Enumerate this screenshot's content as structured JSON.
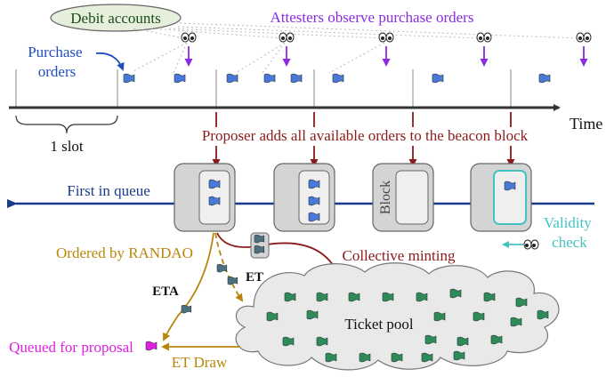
{
  "labels": {
    "debit_accounts": "Debit accounts",
    "attesters": "Attesters observe purchase orders",
    "purchase_orders": "Purchase\norders",
    "time": "Time",
    "one_slot": "1 slot",
    "proposer": "Proposer adds all available orders to the beacon block",
    "first_in_queue": "First in queue",
    "block": "Block",
    "validity_check": "Validity\ncheck",
    "ordered_by_randao": "Ordered by RANDAO",
    "collective_minting": "Collective minting",
    "eta": "ETA",
    "et": "ET",
    "ticket_pool": "Ticket pool",
    "queued_for_proposal": "Queued for proposal",
    "et_draw": "ET Draw"
  },
  "colors": {
    "purple": "#8a2be2",
    "blue_text": "#1f4fbf",
    "dark_red": "#8b1a1a",
    "gold": "#b8860b",
    "magenta": "#e020e0",
    "teal": "#45c2c2",
    "navy": "#1a3a8a",
    "flag_blue": "#4a78d8",
    "flag_green": "#2e8b57",
    "flag_slate": "#4f6f7f"
  },
  "icons": {
    "eyes": "eyes-icon",
    "order_flag": "blue-flag-icon",
    "ticket_flag": "green-flag-icon"
  }
}
